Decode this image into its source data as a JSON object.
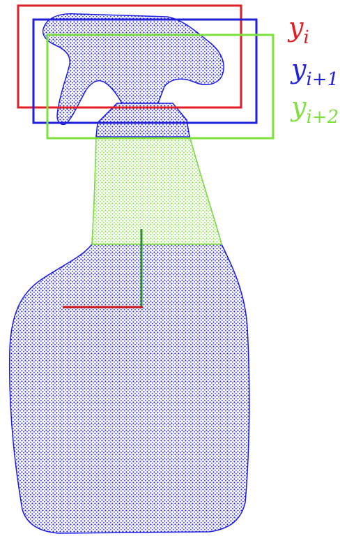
{
  "colors": {
    "background": "#ffffff",
    "point_blue": "#1a1ae6",
    "point_green": "#7ee03a",
    "box_red": "#e01c24",
    "box_blue": "#2020d8",
    "box_green": "#7ee03a",
    "axis_red": "#cc1a1a",
    "axis_green": "#2e8b2e"
  },
  "labels": [
    {
      "id": "y_i",
      "base": "y",
      "subscript": "i",
      "color": "#e01c24"
    },
    {
      "id": "y_i1",
      "base": "y",
      "subscript": "i+1",
      "color": "#2020d8"
    },
    {
      "id": "y_i2",
      "base": "y",
      "subscript": "i+2",
      "color": "#7ee03a"
    }
  ]
}
